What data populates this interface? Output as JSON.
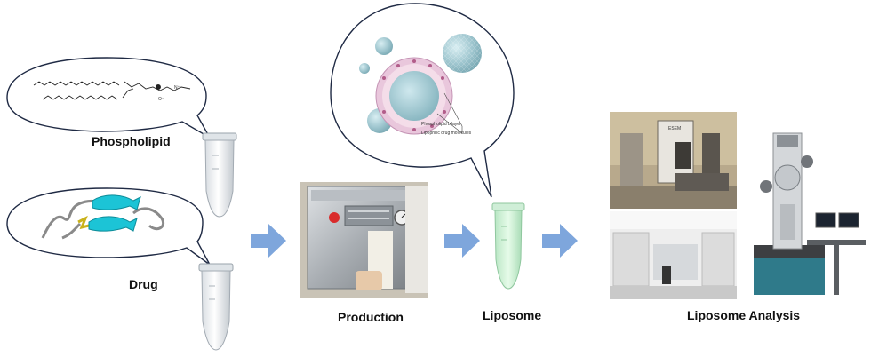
{
  "labels": {
    "phospholipid": "Phospholipid",
    "drug": "Drug",
    "production": "Production",
    "liposome": "Liposome",
    "analysis": "Liposome Analysis"
  },
  "liposome_diagram": {
    "bilayer_label": "Phospholipid bilayer",
    "drug_label": "Lipophilic drug molecules"
  },
  "instrument_label": "ESEM",
  "colors": {
    "arrow": "#7ea6dc",
    "bubble_outline": "#1f2a44",
    "sphere": "#9fc6cf",
    "tube_tint": "#c9f0d2"
  }
}
